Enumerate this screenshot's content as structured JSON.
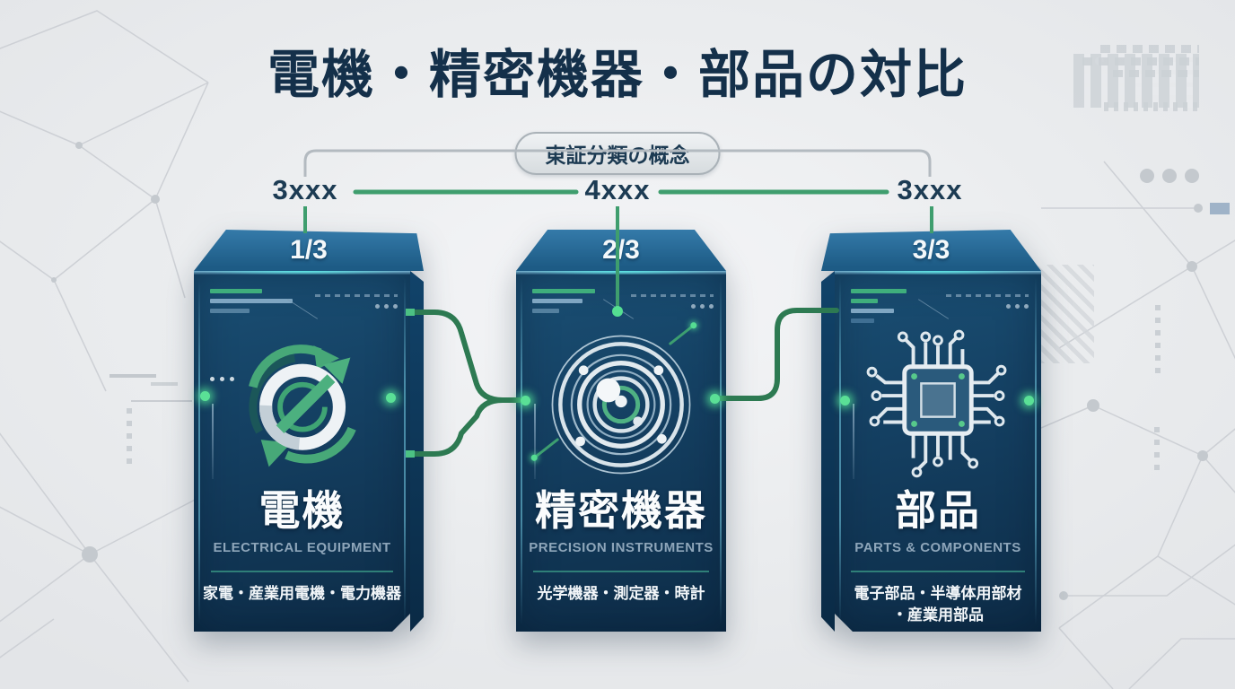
{
  "title": "電機・精密機器・部品の対比",
  "classification_label": "東証分類の概念",
  "codes": [
    "3xxx",
    "4xxx",
    "3xxx"
  ],
  "cards": [
    {
      "step": "1/3",
      "code": "3xxx",
      "title_ja": "電機",
      "title_en": "ELECTRICAL EQUIPMENT",
      "description": "家電・産業用電機・電力機器",
      "icon": "circular-arrows-cycle-icon"
    },
    {
      "step": "2/3",
      "code": "4xxx",
      "title_ja": "精密機器",
      "title_en": "PRECISION INSTRUMENTS",
      "description": "光学機器・測定器・時計",
      "icon": "lens-optics-icon"
    },
    {
      "step": "3/3",
      "code": "3xxx",
      "title_ja": "部品",
      "title_en": "PARTS & COMPONENTS",
      "description": "電子部品・半導体用部材\n・産業用部品",
      "icon": "cpu-chip-circuit-icon"
    }
  ],
  "colors": {
    "background": "#e9ebee",
    "navy_text": "#14304a",
    "panel_top_face": "#2d73a2",
    "panel_body_top": "#1a4f74",
    "panel_body_bottom": "#0d2c47",
    "accent_green_line": "#3f9e6e",
    "connector_dark_green": "#2d7a52",
    "glow_green": "#5ae096",
    "divider_teal": "#2f7f78",
    "subtitle_gray_blue": "#8ea6ba",
    "gray_connector": "#b3bac0"
  }
}
